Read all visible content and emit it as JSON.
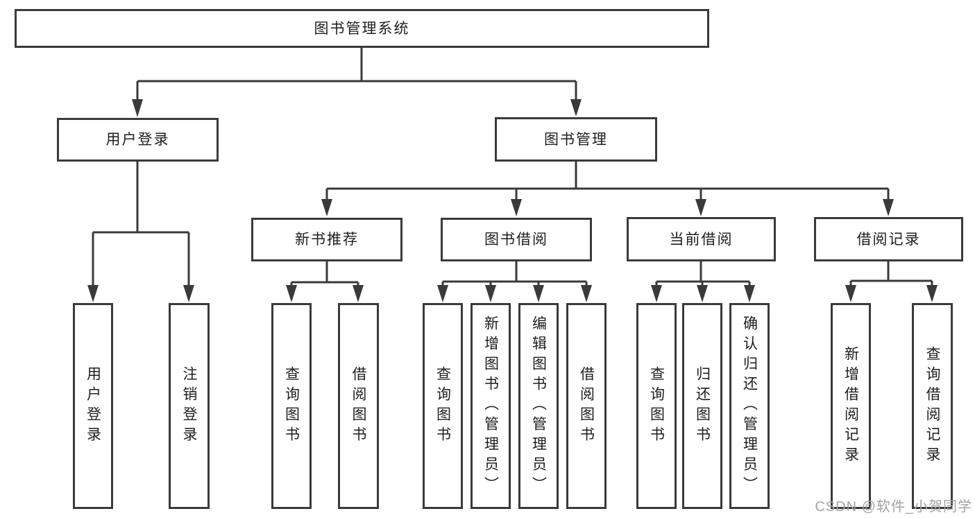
{
  "tree": {
    "root": {
      "label": "图书管理系统",
      "children": [
        {
          "label": "用户登录",
          "children": [
            {
              "label": "用户登录"
            },
            {
              "label": "注销登录"
            }
          ]
        },
        {
          "label": "图书管理",
          "children": [
            {
              "label": "新书推荐",
              "children": [
                {
                  "label": "查询图书"
                },
                {
                  "label": "借阅图书"
                }
              ]
            },
            {
              "label": "图书借阅",
              "children": [
                {
                  "label": "查询图书"
                },
                {
                  "label": "新增图书（管理员）"
                },
                {
                  "label": "编辑图书（管理员）"
                },
                {
                  "label": "借阅图书"
                }
              ]
            },
            {
              "label": "当前借阅",
              "children": [
                {
                  "label": "查询图书"
                },
                {
                  "label": "归还图书"
                },
                {
                  "label": "确认归还（管理员）"
                }
              ]
            },
            {
              "label": "借阅记录",
              "children": [
                {
                  "label": "新增借阅记录"
                },
                {
                  "label": "查询借阅记录"
                }
              ]
            }
          ]
        }
      ]
    }
  },
  "watermark": {
    "text": "CSDN @软件_小贺同学"
  },
  "colors": {
    "line": "#3a3a3a",
    "text": "#1d1d1f",
    "watermark": "#a3a3a3",
    "background": "#ffffff"
  }
}
